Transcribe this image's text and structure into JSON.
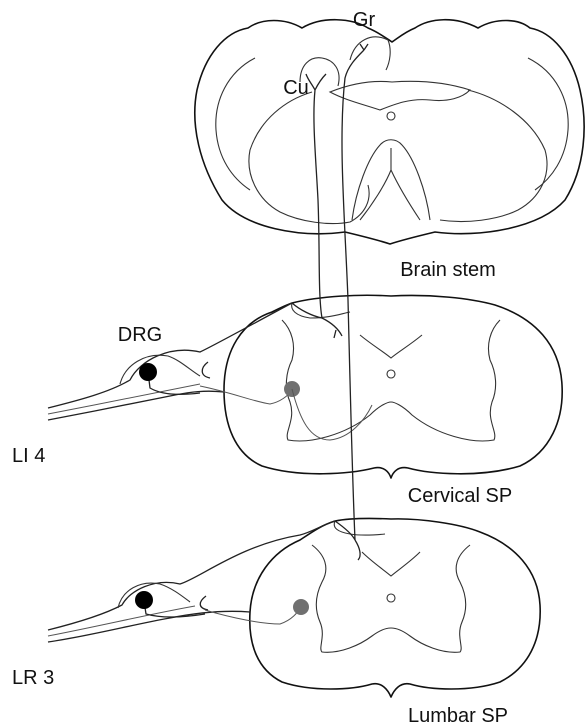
{
  "labels": {
    "gr": "Gr",
    "cu": "Cu",
    "brain_stem": "Brain stem",
    "drg": "DRG",
    "li4": "LI 4",
    "cervical_sp": "Cervical SP",
    "lr3": "LR 3",
    "lumbar_sp": "Lumbar SP"
  },
  "colors": {
    "drg_neuron": "#000000",
    "dorsal_horn_neuron": "#707070",
    "line": "#111111"
  }
}
